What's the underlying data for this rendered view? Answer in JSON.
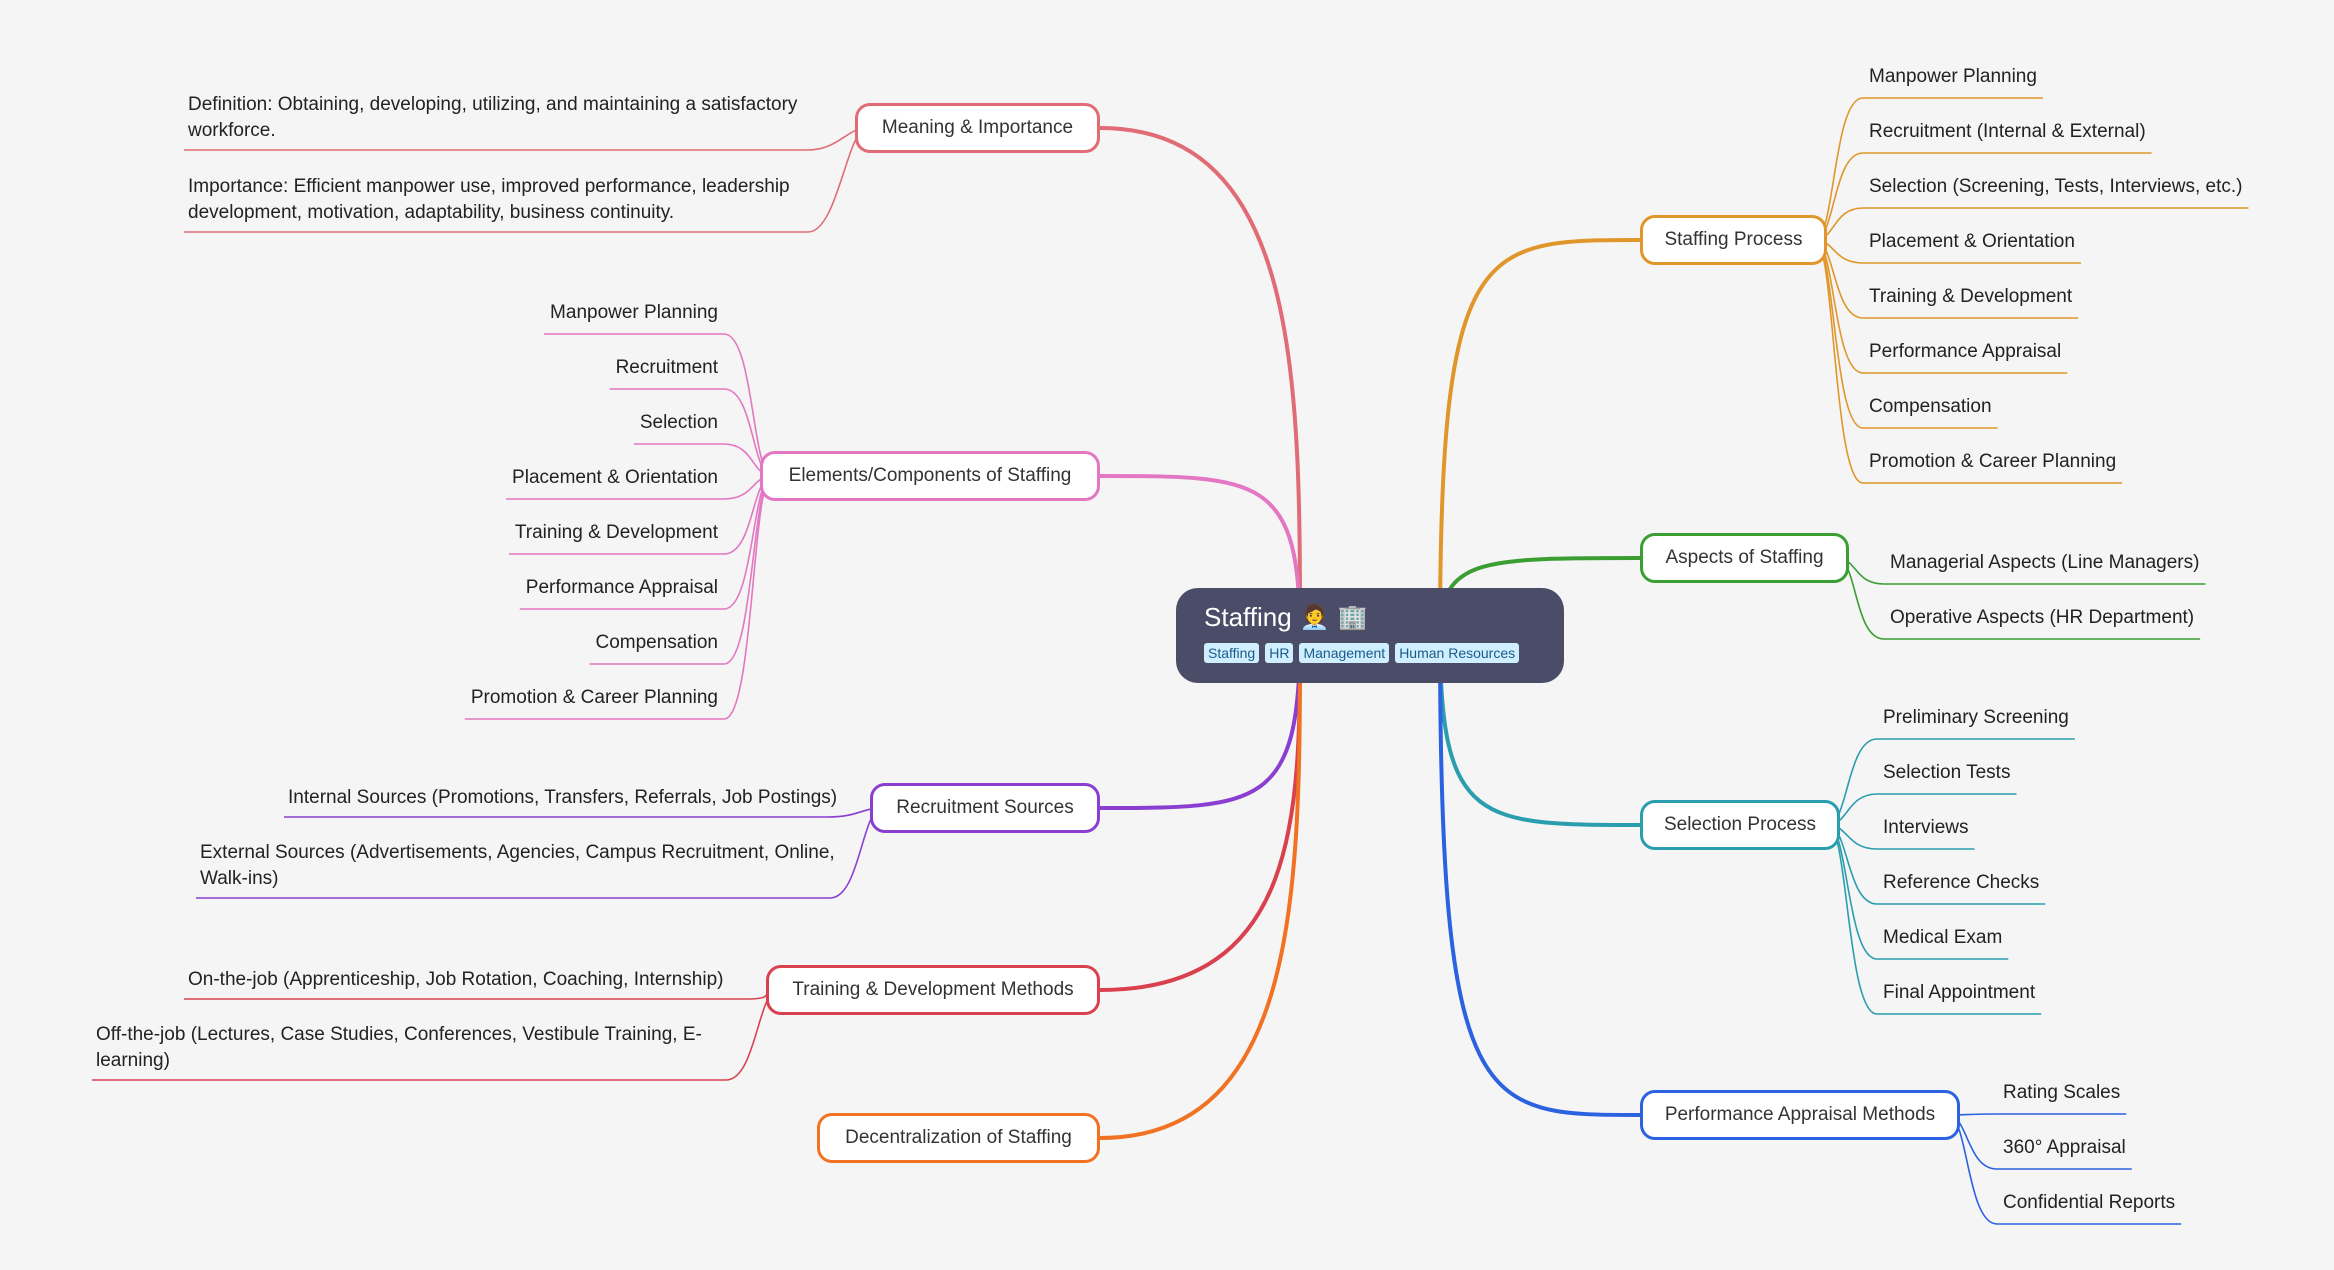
{
  "root": {
    "title": "Staffing",
    "emoji": [
      "🧑‍💼",
      "🏢"
    ],
    "tags": [
      "Staffing",
      "HR",
      "Management",
      "Human Resources"
    ]
  },
  "branches": [
    {
      "id": "meaning",
      "label": "Meaning & Importance",
      "color": "#e06c75",
      "side": "left",
      "children": [
        "Definition: Obtaining, developing, utilizing, and maintaining a satisfactory workforce.",
        "Importance: Efficient manpower use, improved performance, leadership development, motivation, adaptability, business continuity."
      ]
    },
    {
      "id": "elements",
      "label": "Elements/Components of Staffing",
      "color": "#e377c2",
      "side": "left",
      "children": [
        "Manpower Planning",
        "Recruitment",
        "Selection",
        "Placement & Orientation",
        "Training & Development",
        "Performance Appraisal",
        "Compensation",
        "Promotion & Career Planning"
      ]
    },
    {
      "id": "recruitment",
      "label": "Recruitment Sources",
      "color": "#8a3fd1",
      "side": "left",
      "children": [
        "Internal Sources (Promotions, Transfers, Referrals, Job Postings)",
        "External Sources (Advertisements, Agencies, Campus Recruitment, Online, Walk-ins)"
      ]
    },
    {
      "id": "training",
      "label": "Training & Development Methods",
      "color": "#d9414f",
      "side": "left",
      "children": [
        "On-the-job (Apprenticeship, Job Rotation, Coaching, Internship)",
        "Off-the-job (Lectures, Case Studies, Conferences, Vestibule Training, E-learning)"
      ]
    },
    {
      "id": "decentral",
      "label": "Decentralization of Staffing",
      "color": "#f07222",
      "side": "left",
      "children": []
    },
    {
      "id": "process",
      "label": "Staffing Process",
      "color": "#e0962a",
      "side": "right",
      "children": [
        "Manpower Planning",
        "Recruitment (Internal & External)",
        "Selection (Screening, Tests, Interviews, etc.)",
        "Placement & Orientation",
        "Training & Development",
        "Performance Appraisal",
        "Compensation",
        "Promotion & Career Planning"
      ]
    },
    {
      "id": "aspects",
      "label": "Aspects of Staffing",
      "color": "#3a9e32",
      "side": "right",
      "children": [
        "Managerial Aspects (Line Managers)",
        "Operative Aspects (HR Department)"
      ]
    },
    {
      "id": "selection",
      "label": "Selection Process",
      "color": "#2a9dae",
      "side": "right",
      "children": [
        "Preliminary Screening",
        "Selection Tests",
        "Interviews",
        "Reference Checks",
        "Medical Exam",
        "Final Appointment"
      ]
    },
    {
      "id": "appraisal",
      "label": "Performance Appraisal Methods",
      "color": "#2a62e0",
      "side": "right",
      "children": [
        "Rating Scales",
        "360° Appraisal",
        "Confidential Reports"
      ]
    }
  ]
}
